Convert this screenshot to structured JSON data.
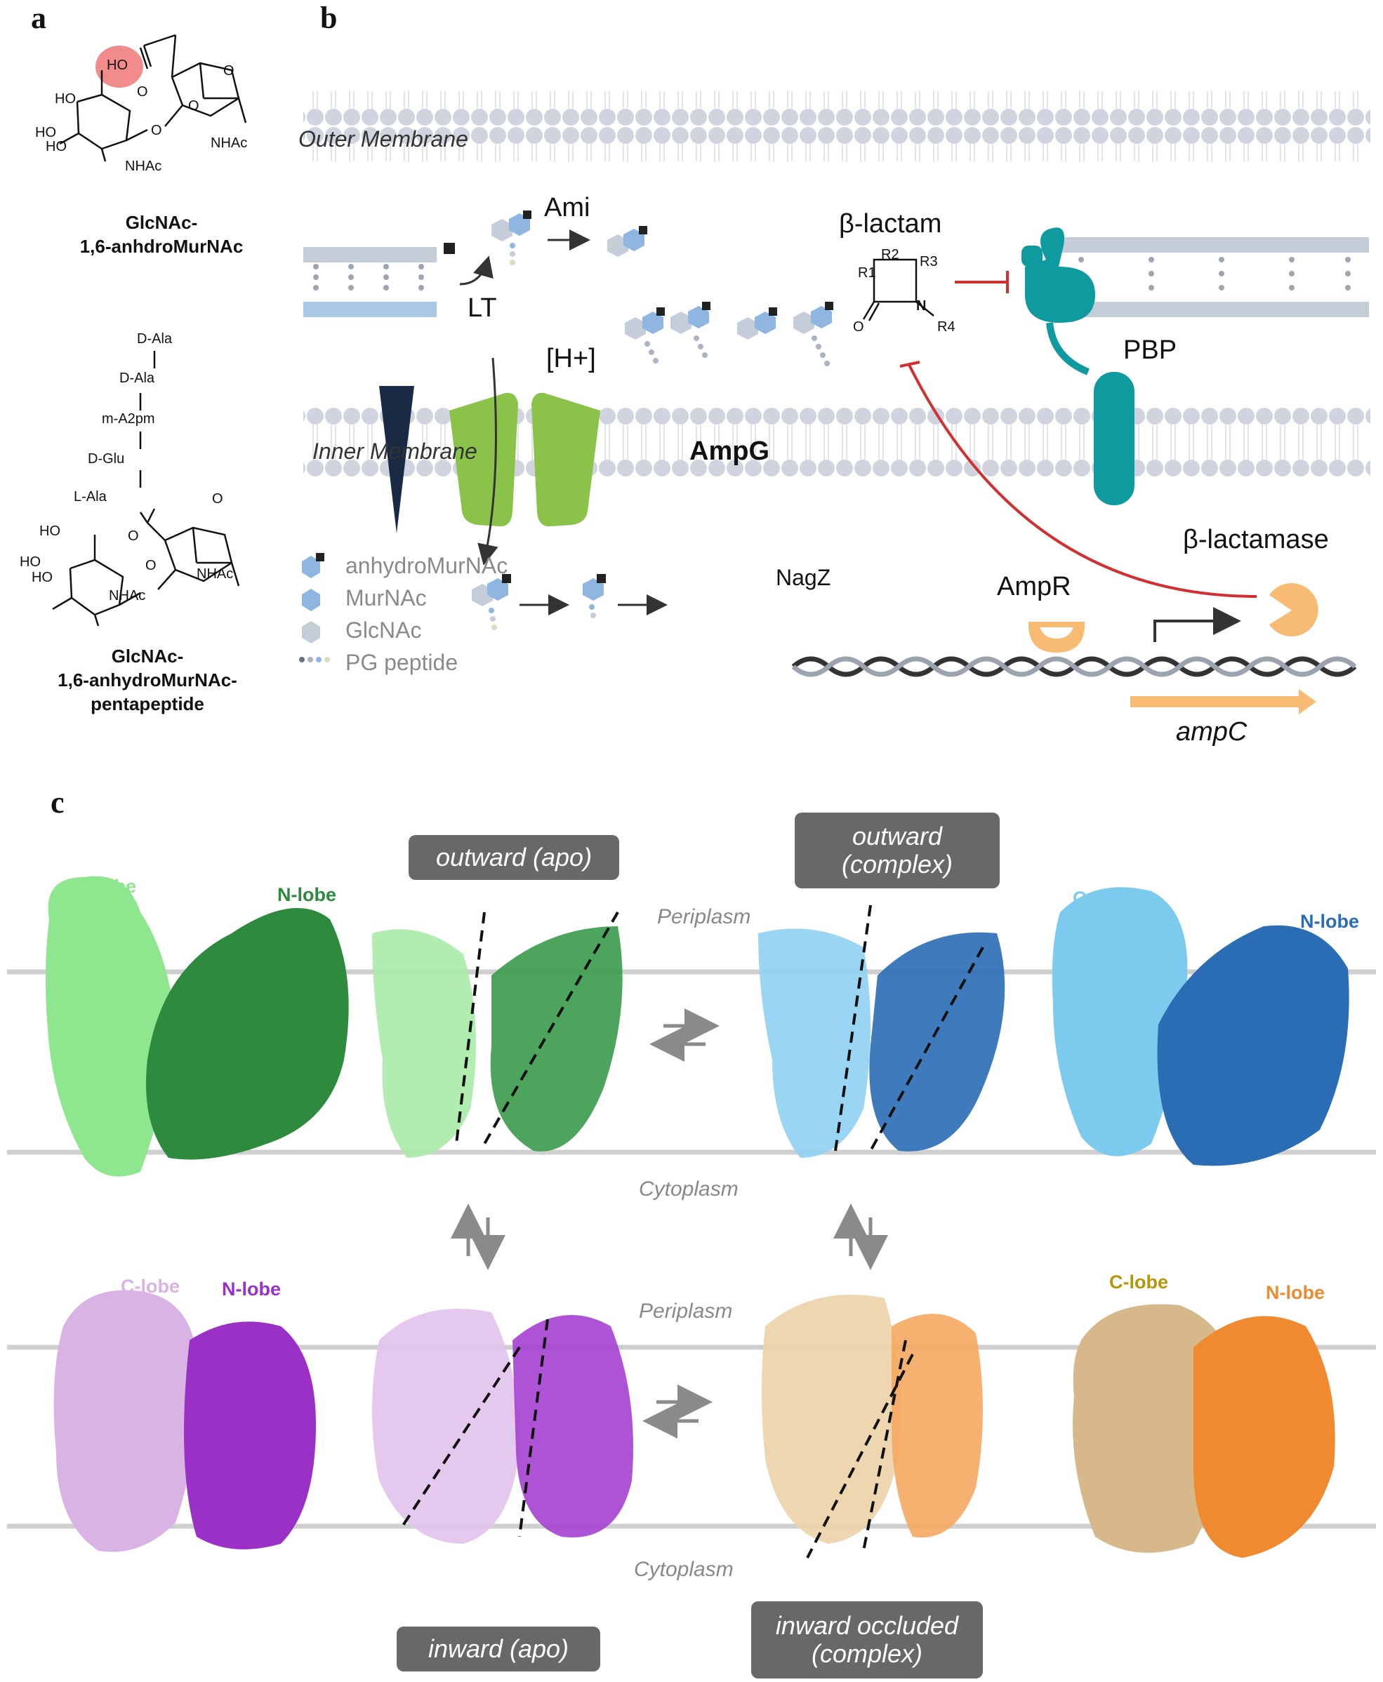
{
  "panels": {
    "a": "a",
    "b": "b",
    "c": "c"
  },
  "panel_a": {
    "top_molecule": {
      "groups": [
        "HO",
        "O",
        "O",
        "HO",
        "HO",
        "HO",
        "O",
        "O",
        "NHAc",
        "NHAc"
      ],
      "name_line1": "GlcNAc-",
      "name_line2": "1,6-anhdroMurNAc"
    },
    "bottom_molecule": {
      "peptide": [
        "D-Ala",
        "D-Ala",
        "m-A2pm",
        "D-Glu",
        "L-Ala"
      ],
      "groups": [
        "O",
        "O",
        "HO",
        "HO",
        "HO",
        "O",
        "NHAc",
        "NHAc"
      ],
      "name_line1": "GlcNAc-",
      "name_line2": "1,6-anhydroMurNAc-",
      "name_line3": "pentapeptide"
    },
    "highlight_color": "#f28b8b"
  },
  "panel_b": {
    "outer_membrane": "Outer Membrane",
    "inner_membrane": "Inner Membrane",
    "labels": {
      "ami": "Ami",
      "lt": "LT",
      "proton": "[H+]",
      "ampg": "AmpG",
      "beta_lactam": "β-lactam",
      "pbp": "PBP",
      "beta_lactamase": "β-lactamase",
      "nagz": "NagZ",
      "ampr": "AmpR",
      "ampc": "ampC"
    },
    "beta_lactam_groups": [
      "R1",
      "R2",
      "R3",
      "R4",
      "N",
      "O"
    ],
    "legend": [
      {
        "label": "anhydroMurNAc",
        "icon": "anhydromurnac-icon"
      },
      {
        "label": "MurNAc",
        "icon": "murnac-hexagon-icon"
      },
      {
        "label": "GlcNAc",
        "icon": "glcnac-hexagon-icon"
      },
      {
        "label": "PG peptide",
        "icon": "pg-peptide-icon"
      }
    ],
    "colors": {
      "membrane": "#c8cfdc",
      "ampg": "#8bc34a",
      "pbp": "#0f9aa0",
      "inhibition": "#d03030",
      "ampr": "#f8bb74",
      "gradient": "#1b2a44"
    }
  },
  "panel_c": {
    "states": {
      "outward_apo": "outward (apo)",
      "outward_complex": "outward\n(complex)",
      "inward_apo": "inward (apo)",
      "inward_occluded": "inward occluded\n(complex)"
    },
    "compartments": {
      "periplasm": "Periplasm",
      "cytoplasm": "Cytoplasm"
    },
    "lobes": {
      "green": {
        "c": "C-lobe",
        "n": "N-lobe",
        "c_color": "#8ee68e",
        "n_color": "#2e8b3e"
      },
      "blue": {
        "c": "C-lobe",
        "n": "N-lobe",
        "c_color": "#7ccbef",
        "n_color": "#2a6db5"
      },
      "purple": {
        "c": "C-lobe",
        "n": "N-lobe",
        "c_color": "#d9b3e3",
        "n_color": "#9b30c7"
      },
      "orange": {
        "c": "C-lobe",
        "n": "N-lobe",
        "c_color": "#b8960a",
        "n_color": "#f08a30"
      }
    }
  }
}
